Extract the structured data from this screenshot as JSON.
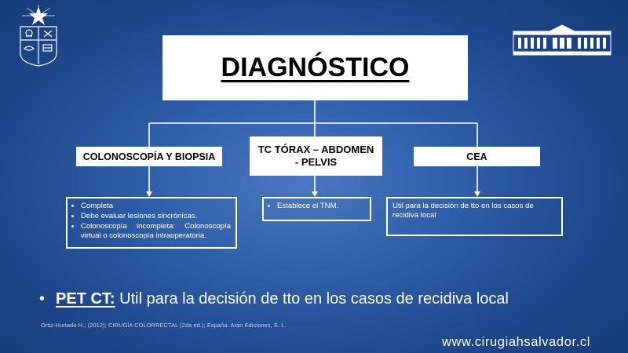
{
  "title": "DIAGNÓSTICO",
  "branches": [
    {
      "label": "COLONOSCOPÍA Y BIOPSIA",
      "details": [
        "Completa",
        "Debe evaluar lesiones sincrónicas.",
        "Colonoscopía  incompleta:  Colonoscopía virtual o colonoscopía intraoperatoria."
      ]
    },
    {
      "label": "TC TÓRAX – ABDOMEN - PELVIS",
      "details": [
        "Establece el TNM."
      ]
    },
    {
      "label": "CEA",
      "text": "Util para la decisión de tto en los casos de recidiva local"
    }
  ],
  "bullet": {
    "bold": "PET CT:",
    "text": " Util para la decisión de tto en los casos de recidiva local"
  },
  "citation": "Ortiz-Hurtado H.; (2012);  CIRUGÍA  COLORRECTAL  (2da ed.); España: Arán Ediciones, S. L.",
  "website": "www.cirugiahsalvador.cl",
  "colors": {
    "background": "#2f5fa9",
    "box_border": "#ffffff",
    "title_box_fill": "#ffffff"
  },
  "icons": {
    "left_logo": "university-crest-icon",
    "right_logo": "hospital-building-icon"
  }
}
